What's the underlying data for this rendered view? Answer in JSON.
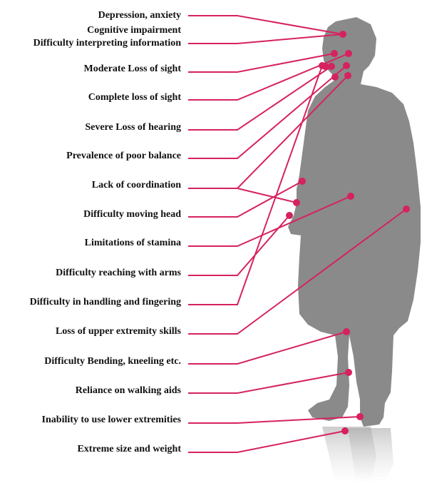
{
  "accent_color": "#d6225e",
  "figure_color": "#8a8a8a",
  "labels": [
    "Depression, anxiety",
    "Cognitive impairment",
    "Difficulty interpreting information",
    "Moderate Loss of sight",
    "Complete loss of sight",
    "Severe Loss of hearing",
    "Prevalence of poor balance",
    "Lack of coordination",
    "Difficulty moving head",
    "Limitations of stamina",
    "Difficulty reaching with arms",
    "Difficulty in handling and fingering",
    "Loss of upper extremity skills",
    "Difficulty Bending, kneeling etc.",
    "Reliance on walking aids",
    "Inability  to use lower extremities",
    "Extreme size and weight"
  ]
}
